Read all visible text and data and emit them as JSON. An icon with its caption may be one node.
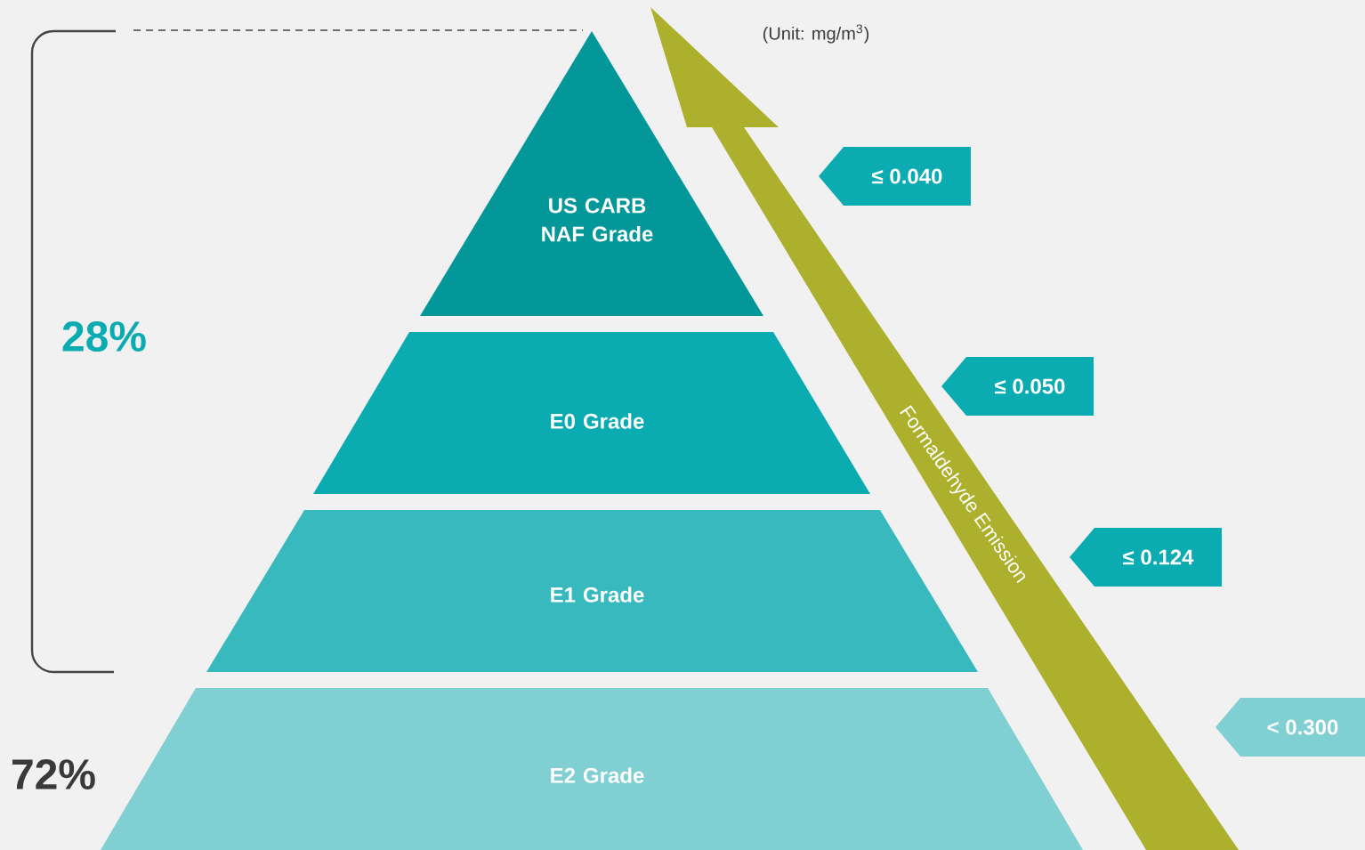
{
  "diagram": {
    "nodes": [
      {
        "text": [
          "US CARB NAF Grade"
        ]
      },
      {
        "text": [
          "E0 Grade"
        ]
      },
      {
        "text": [
          "E1 Grade"
        ]
      },
      {
        "text": [
          "E2 Grade"
        ]
      },
      {
        "text": [
          "≤ 0.040"
        ]
      },
      {
        "text": [
          "≤ 0.050"
        ]
      },
      {
        "text": [
          "≤ 0.124"
        ]
      },
      {
        "text": [
          "< 0.300"
        ]
      }
    ],
    "labels": [
      "(Unit: mg/m$^{3}$)",
      "28%",
      "Formaldehyde Emission",
      "72%"
    ]
  }
}
